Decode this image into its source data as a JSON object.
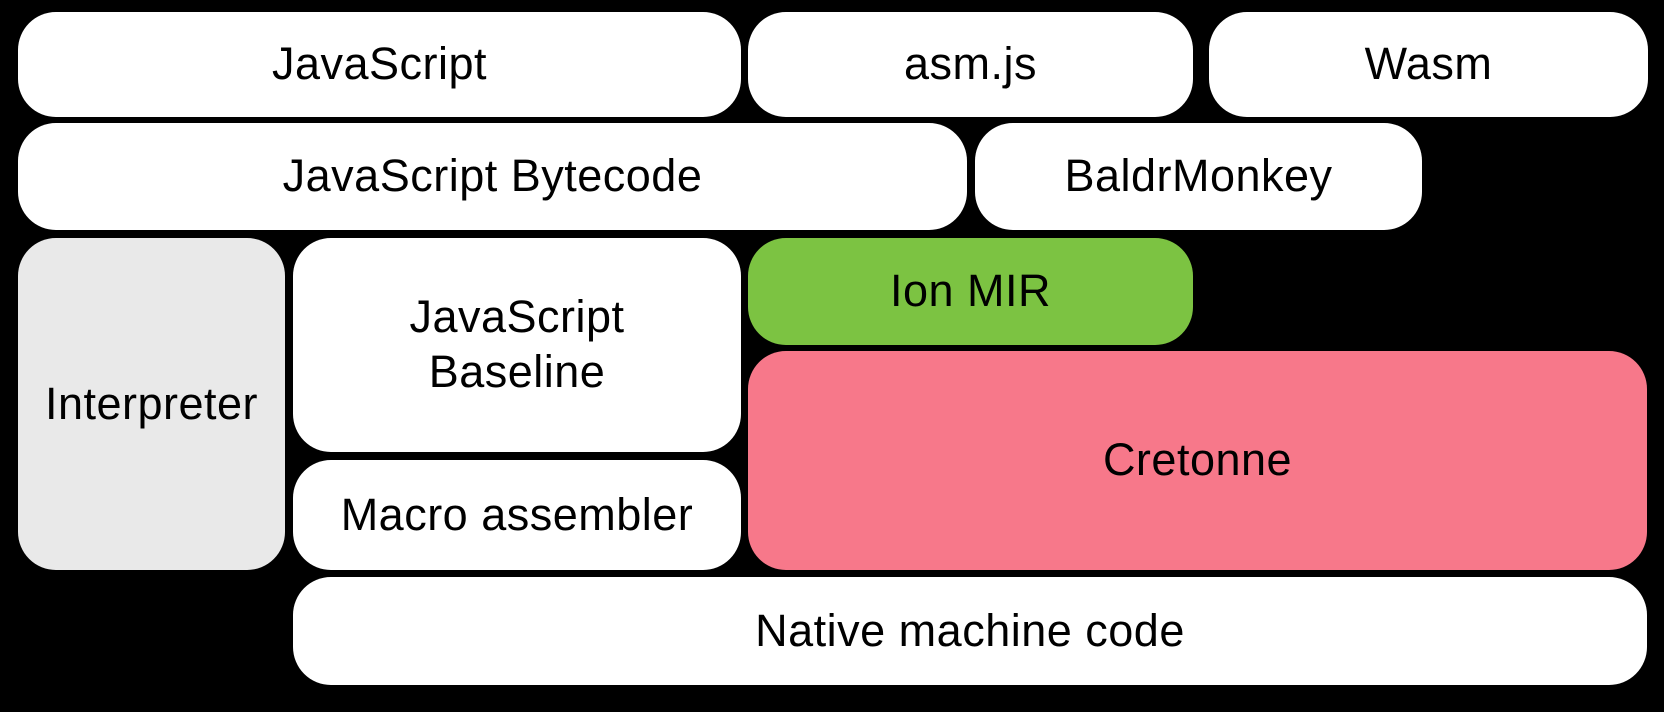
{
  "diagram": {
    "background_color": "#000000",
    "text_color": "#000000",
    "default_box_color": "#ffffff",
    "accent_colors": {
      "interpreter_gray": "#e9e9e9",
      "ion_mir_green": "#7cc342",
      "cretonne_pink": "#f7788a"
    },
    "boxes": [
      {
        "id": "javascript",
        "label": "JavaScript",
        "color": "#ffffff"
      },
      {
        "id": "asmjs",
        "label": "asm.js",
        "color": "#ffffff"
      },
      {
        "id": "wasm",
        "label": "Wasm",
        "color": "#ffffff"
      },
      {
        "id": "javascript-bytecode",
        "label": "JavaScript Bytecode",
        "color": "#ffffff"
      },
      {
        "id": "baldrmonkey",
        "label": "BaldrMonkey",
        "color": "#ffffff"
      },
      {
        "id": "interpreter",
        "label": "Interpreter",
        "color": "#e9e9e9"
      },
      {
        "id": "javascript-baseline",
        "label": "JavaScript Baseline",
        "line1": "JavaScript",
        "line2": "Baseline",
        "color": "#ffffff"
      },
      {
        "id": "ion-mir",
        "label": "Ion MIR",
        "color": "#7cc342"
      },
      {
        "id": "cretonne",
        "label": "Cretonne",
        "color": "#f7788a"
      },
      {
        "id": "macro-assembler",
        "label": "Macro assembler",
        "color": "#ffffff"
      },
      {
        "id": "native-machine-code",
        "label": "Native machine code",
        "color": "#ffffff"
      }
    ]
  }
}
